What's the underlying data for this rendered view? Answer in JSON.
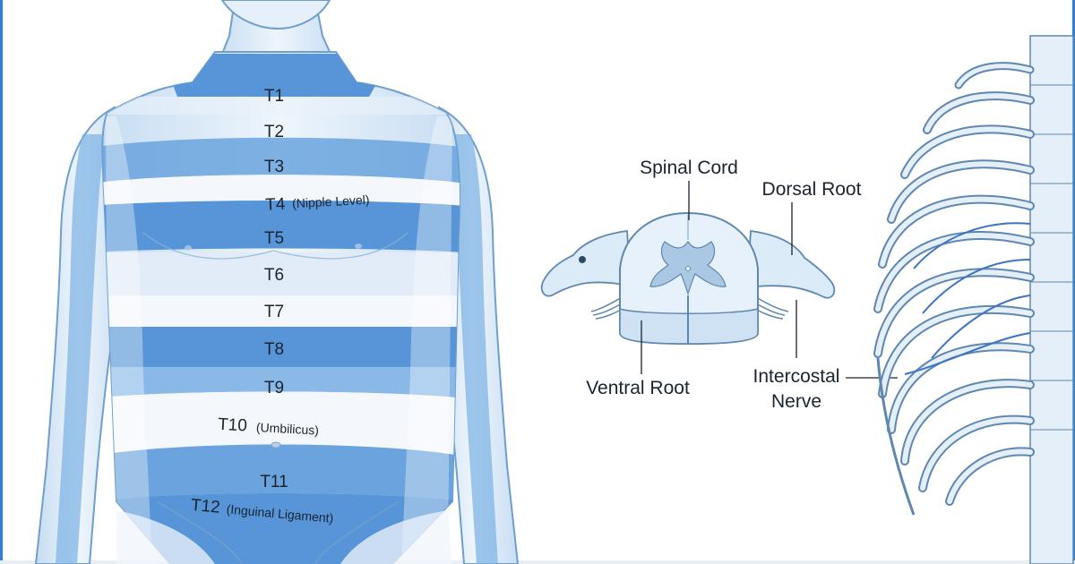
{
  "colors": {
    "skin": "#dceaf6",
    "skin_edge": "#6f9fcc",
    "band_dark": "#5795d8",
    "band_light": "#eaf2fa",
    "bone": "#e4eff9",
    "bone_edge": "#5f87b0",
    "nerve": "#3d74c2",
    "frame": "#2f7fd6"
  },
  "dermatomes": [
    {
      "level": "T1",
      "note": ""
    },
    {
      "level": "T2",
      "note": ""
    },
    {
      "level": "T3",
      "note": ""
    },
    {
      "level": "T4",
      "note": "(Nipple Level)"
    },
    {
      "level": "T5",
      "note": ""
    },
    {
      "level": "T6",
      "note": ""
    },
    {
      "level": "T7",
      "note": ""
    },
    {
      "level": "T8",
      "note": ""
    },
    {
      "level": "T9",
      "note": ""
    },
    {
      "level": "T10",
      "note": "(Umbilicus)"
    },
    {
      "level": "T11",
      "note": ""
    },
    {
      "level": "T12",
      "note": "(Inguinal Ligament)"
    }
  ],
  "spinal_section": {
    "spinal_cord_label": "Spinal Cord",
    "dorsal_root_label": "Dorsal Root",
    "ventral_root_label": "Ventral Root",
    "intercostal_label_line1": "Intercostal",
    "intercostal_label_line2": "Nerve"
  }
}
